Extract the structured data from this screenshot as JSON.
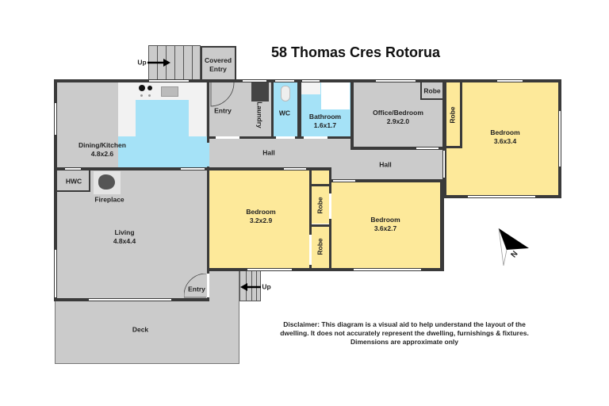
{
  "title": "58 Thomas Cres Rotorua",
  "rooms": {
    "dining_kitchen": {
      "name": "Dining/Kitchen",
      "dims": "4.8x2.6"
    },
    "entry_top": {
      "name": "Entry"
    },
    "laundry": {
      "name": "Laundry"
    },
    "wc": {
      "name": "WC"
    },
    "bathroom": {
      "name": "Bathroom",
      "dims": "1.6x1.7"
    },
    "office_bedroom": {
      "name": "Office/Bedroom",
      "dims": "2.9x2.0"
    },
    "robe_office": {
      "name": "Robe"
    },
    "robe_master": {
      "name": "Robe"
    },
    "bedroom_master": {
      "name": "Bedroom",
      "dims": "3.6x3.4"
    },
    "covered_entry": {
      "name": "Covered\nEntry",
      "line1": "Covered",
      "line2": "Entry"
    },
    "hall_left": {
      "name": "Hall"
    },
    "hall_right": {
      "name": "Hall"
    },
    "hwc": {
      "name": "HWC"
    },
    "fireplace": {
      "name": "Fireplace"
    },
    "living": {
      "name": "Living",
      "dims": "4.8x4.4"
    },
    "entry_bottom": {
      "name": "Entry"
    },
    "bedroom_left": {
      "name": "Bedroom",
      "dims": "3.2x2.9"
    },
    "robe_mid_top": {
      "name": "Robe"
    },
    "robe_mid_bottom": {
      "name": "Robe"
    },
    "bedroom_right": {
      "name": "Bedroom",
      "dims": "3.6x2.7"
    },
    "deck": {
      "name": "Deck"
    }
  },
  "stairs": {
    "top": {
      "label": "Up"
    },
    "bottom": {
      "label": "Up"
    }
  },
  "compass": {
    "label": "N"
  },
  "disclaimer": "Disclaimer: This diagram is a visual aid to help understand the layout of the dwelling. It does not accurately represent the dwelling, furnishings & fixtures. Dimensions are approximate only",
  "colors": {
    "wet_area": "#a5e2f7",
    "bedroom": "#fde99a",
    "living": "#cbcbcb",
    "wall": "#3a3a3a"
  }
}
